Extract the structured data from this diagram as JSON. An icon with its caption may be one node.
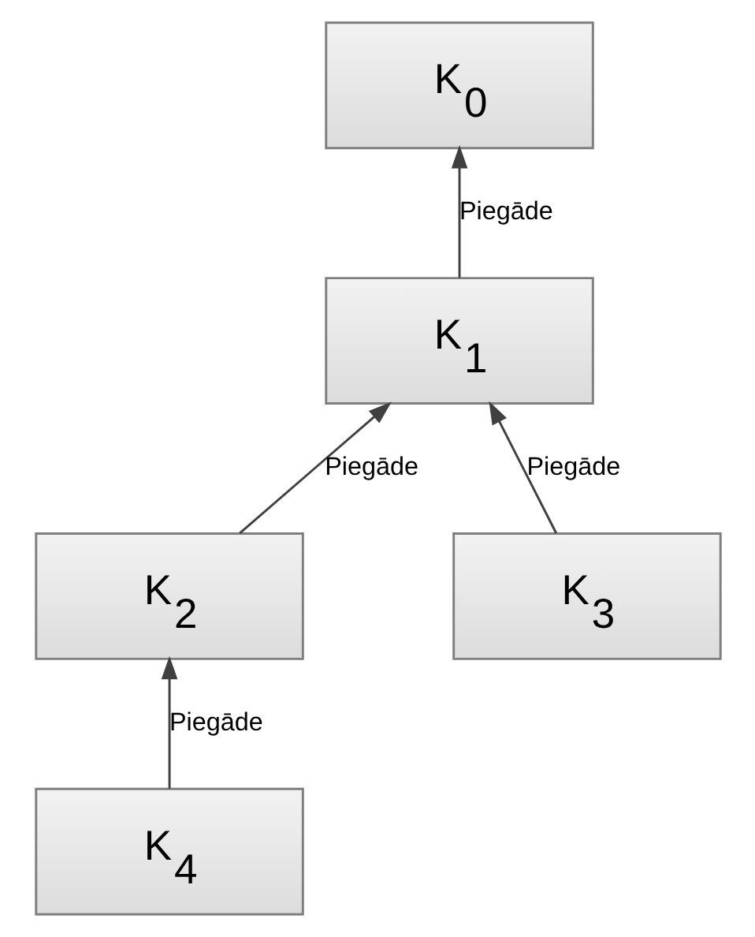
{
  "diagram": {
    "nodes": [
      {
        "text": [
          "K$_{0}$"
        ]
      },
      {
        "text": [
          "K$_{1}$"
        ]
      },
      {
        "text": [
          "K$_{2}$"
        ]
      },
      {
        "text": [
          "K$_{3}$"
        ]
      },
      {
        "text": [
          "K$_{4}$"
        ]
      }
    ],
    "edges": [
      {
        "from": 1,
        "to": 0,
        "arrow": "to",
        "label": "Piegāde"
      },
      {
        "from": 2,
        "to": 1,
        "arrow": "to",
        "label": "Piegāde"
      },
      {
        "from": 3,
        "to": 1,
        "arrow": "to",
        "label": "Piegāde"
      },
      {
        "from": 4,
        "to": 2,
        "arrow": "to",
        "label": "Piegāde"
      }
    ]
  }
}
